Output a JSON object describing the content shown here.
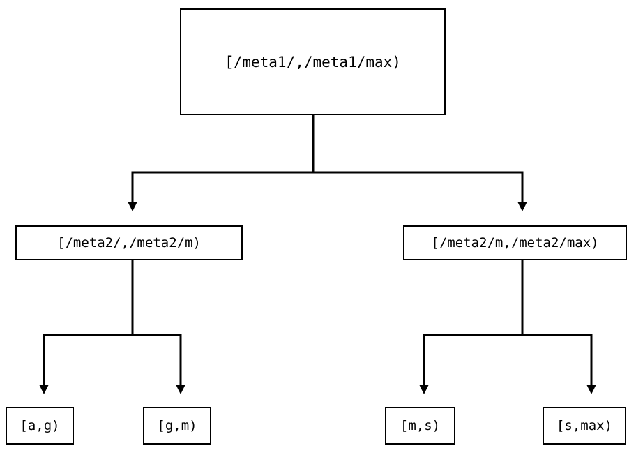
{
  "diagram": {
    "type": "tree",
    "title": "",
    "background_color": "#ffffff",
    "stroke_color": "#000000",
    "text_color": "#000000",
    "nodes": {
      "root": {
        "label": "[/meta1/,/meta1/max)"
      },
      "mid_left": {
        "label": "[/meta2/,/meta2/m)"
      },
      "mid_right": {
        "label": "[/meta2/m,/meta2/max)"
      },
      "leaf_1": {
        "label": "[a,g)"
      },
      "leaf_2": {
        "label": "[g,m)"
      },
      "leaf_3": {
        "label": "[m,s)"
      },
      "leaf_4": {
        "label": "[s,max)"
      }
    },
    "edges": [
      {
        "from": "root",
        "to": "mid_left",
        "arrow": "triangle-down"
      },
      {
        "from": "root",
        "to": "mid_right",
        "arrow": "triangle-down"
      },
      {
        "from": "mid_left",
        "to": "leaf_1",
        "arrow": "triangle-down"
      },
      {
        "from": "mid_left",
        "to": "leaf_2",
        "arrow": "triangle-down"
      },
      {
        "from": "mid_right",
        "to": "leaf_3",
        "arrow": "triangle-down"
      },
      {
        "from": "mid_right",
        "to": "leaf_4",
        "arrow": "triangle-down"
      }
    ]
  }
}
